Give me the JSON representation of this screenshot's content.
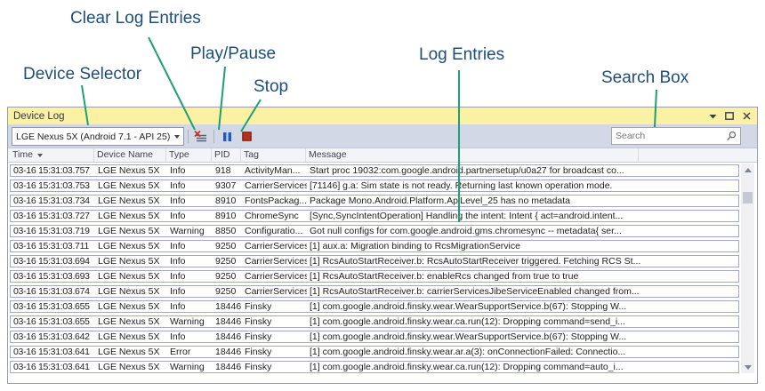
{
  "annotations": {
    "clear_log_entries": "Clear Log Entries",
    "play_pause": "Play/Pause",
    "stop": "Stop",
    "device_selector": "Device Selector",
    "log_entries": "Log Entries",
    "search_box": "Search Box"
  },
  "window": {
    "title": "Device Log",
    "toolbar": {
      "device_selector_value": "LGE Nexus 5X (Android 7.1 - API 25)",
      "search_placeholder": "Search"
    },
    "table": {
      "columns": [
        "Time",
        "Device Name",
        "Type",
        "PID",
        "Tag",
        "Message"
      ],
      "sorted_by": "Time",
      "sort_direction": "descending",
      "rows": [
        {
          "time": "03-16 15:31:03.757",
          "device": "LGE Nexus 5X",
          "type": "Info",
          "pid": "918",
          "tag": "ActivityMan...",
          "message": "Start proc 19032:com.google.android.partnersetup/u0a27 for broadcast co..."
        },
        {
          "time": "03-16 15:31:03.753",
          "device": "LGE Nexus 5X",
          "type": "Info",
          "pid": "9307",
          "tag": "CarrierServices",
          "message": "[71146] g.a: Sim state is not ready. Returning last known operation mode."
        },
        {
          "time": "03-16 15:31:03.734",
          "device": "LGE Nexus 5X",
          "type": "Info",
          "pid": "8910",
          "tag": "FontsPackag...",
          "message": "Package Mono.Android.Platform.ApiLevel_25 has no metadata"
        },
        {
          "time": "03-16 15:31:03.727",
          "device": "LGE Nexus 5X",
          "type": "Info",
          "pid": "8910",
          "tag": "ChromeSync",
          "message": "[Sync,SyncIntentOperation] Handling the intent: Intent { act=android.intent..."
        },
        {
          "time": "03-16 15:31:03.719",
          "device": "LGE Nexus 5X",
          "type": "Warning",
          "pid": "8850",
          "tag": "Configuratio...",
          "message": "Got null configs for com.google.android.gms.chromesync -- metadata{ ser..."
        },
        {
          "time": "03-16 15:31:03.711",
          "device": "LGE Nexus 5X",
          "type": "Info",
          "pid": "9250",
          "tag": "CarrierServices",
          "message": "[1] aux.a: Migration binding to RcsMigrationService"
        },
        {
          "time": "03-16 15:31:03.694",
          "device": "LGE Nexus 5X",
          "type": "Info",
          "pid": "9250",
          "tag": "CarrierServices",
          "message": "[1] RcsAutoStartReceiver.b: RcsAutoStartReceiver triggered. Fetching RCS St..."
        },
        {
          "time": "03-16 15:31:03.693",
          "device": "LGE Nexus 5X",
          "type": "Info",
          "pid": "9250",
          "tag": "CarrierServices",
          "message": "[1] RcsAutoStartReceiver.b: enableRcs changed from true to true"
        },
        {
          "time": "03-16 15:31:03.674",
          "device": "LGE Nexus 5X",
          "type": "Info",
          "pid": "9250",
          "tag": "CarrierServices",
          "message": "[1] RcsAutoStartReceiver.b: carrierServicesJibeServiceEnabled changed from..."
        },
        {
          "time": "03-16 15:31:03.655",
          "device": "LGE Nexus 5X",
          "type": "Info",
          "pid": "18446",
          "tag": "Finsky",
          "message": "[1] com.google.android.finsky.wear.WearSupportService.b(67): Stopping W..."
        },
        {
          "time": "03-16 15:31:03.655",
          "device": "LGE Nexus 5X",
          "type": "Warning",
          "pid": "18446",
          "tag": "Finsky",
          "message": "[1] com.google.android.finsky.wear.ca.run(12): Dropping command=send_i..."
        },
        {
          "time": "03-16 15:31:03.642",
          "device": "LGE Nexus 5X",
          "type": "Info",
          "pid": "18446",
          "tag": "Finsky",
          "message": "[1] com.google.android.finsky.wear.WearSupportService.b(67): Stopping W..."
        },
        {
          "time": "03-16 15:31:03.641",
          "device": "LGE Nexus 5X",
          "type": "Error",
          "pid": "18446",
          "tag": "Finsky",
          "message": "[1] com.google.android.finsky.wear.ar.a(3): onConnectionFailed: Connectio..."
        },
        {
          "time": "03-16 15:31:03.641",
          "device": "LGE Nexus 5X",
          "type": "Warning",
          "pid": "18446",
          "tag": "Finsky",
          "message": "[1] com.google.android.finsky.wear.ca.run(12): Dropping command=auto_i..."
        }
      ]
    }
  },
  "colors": {
    "annotation_line": "#1F9E77",
    "annotation_text": "#1F4E79",
    "title_bar": "#FBF1A5",
    "toolbar": "#D2D8E5",
    "pause_icon": "#1C5BC8",
    "stop_icon": "#B5301C",
    "clear_x_icon": "#C0331F"
  }
}
